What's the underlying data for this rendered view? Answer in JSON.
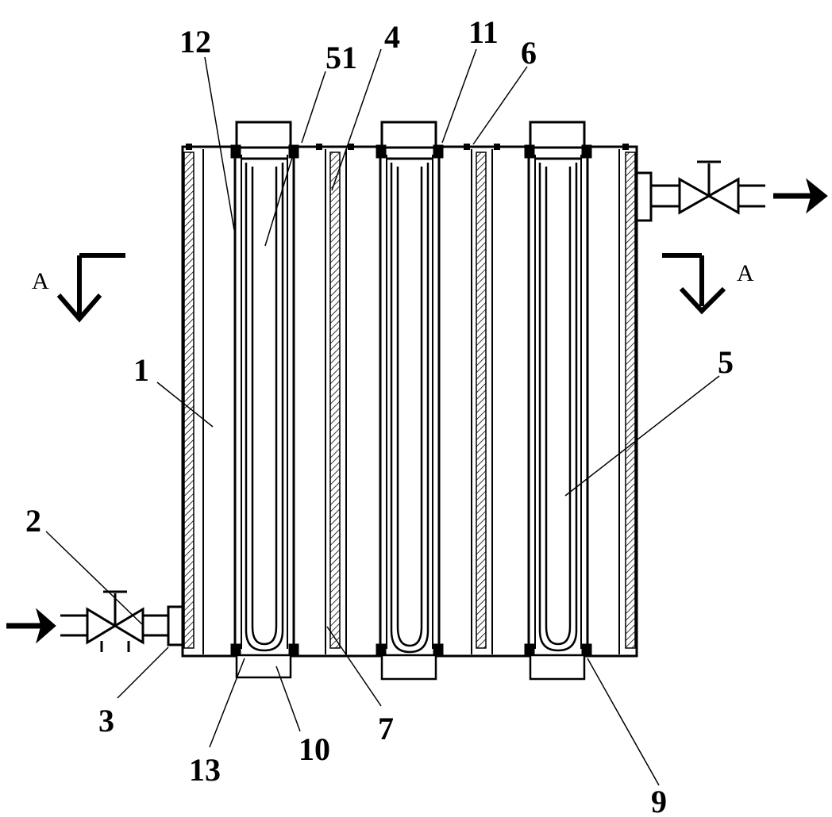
{
  "diagram": {
    "labels": {
      "l1": "1",
      "l2": "2",
      "l3": "3",
      "l4": "4",
      "l5": "5",
      "l51": "51",
      "l6": "6",
      "l7": "7",
      "l9": "9",
      "l10": "10",
      "l11": "11",
      "l12": "12",
      "l13": "13",
      "section_left": "A",
      "section_right": "A"
    },
    "colors": {
      "line": "#000000",
      "background": "#ffffff"
    }
  }
}
